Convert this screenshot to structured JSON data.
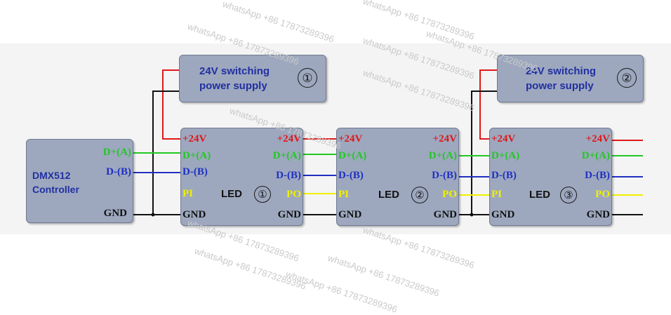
{
  "power_supplies": [
    {
      "line1": "24V switching",
      "line2": "power supply",
      "number": "①"
    },
    {
      "line1": "24V switching",
      "line2": "power supply",
      "number": "②"
    }
  ],
  "controller": {
    "line1": "DMX512",
    "line2": "Controller",
    "d_plus": "D+(A)",
    "d_minus": "D-(B)",
    "gnd": "GND"
  },
  "led_units": [
    {
      "label": "LED",
      "number": "①",
      "in_v": "+24V",
      "in_dp": "D+(A)",
      "in_dm": "D-(B)",
      "in_pi": "PI",
      "in_gnd": "GND",
      "out_v": "+24V",
      "out_dp": "D+(A)",
      "out_dm": "D-(B)",
      "out_po": "PO",
      "out_gnd": "GND"
    },
    {
      "label": "LED",
      "number": "②",
      "in_v": "+24V",
      "in_dp": "D+(A)",
      "in_dm": "D-(B)",
      "in_pi": "PI",
      "in_gnd": "GND",
      "out_v": "+24V",
      "out_dp": "D+(A)",
      "out_dm": "D-(B)",
      "out_po": "PO",
      "out_gnd": "GND"
    },
    {
      "label": "LED",
      "number": "③",
      "in_v": "+24V",
      "in_dp": "D+(A)",
      "in_dm": "D-(B)",
      "in_pi": "PI",
      "in_gnd": "GND",
      "out_v": "+24V",
      "out_dp": "D+(A)",
      "out_dm": "D-(B)",
      "out_po": "PO",
      "out_gnd": "GND"
    }
  ],
  "watermark": "whatsApp +86 17873289396",
  "colors": {
    "v24": "#e01818",
    "d_plus": "#22c822",
    "d_minus": "#2030c0",
    "pi_po": "#f0f000",
    "gnd": "#111111",
    "box": "#9da8bf"
  }
}
